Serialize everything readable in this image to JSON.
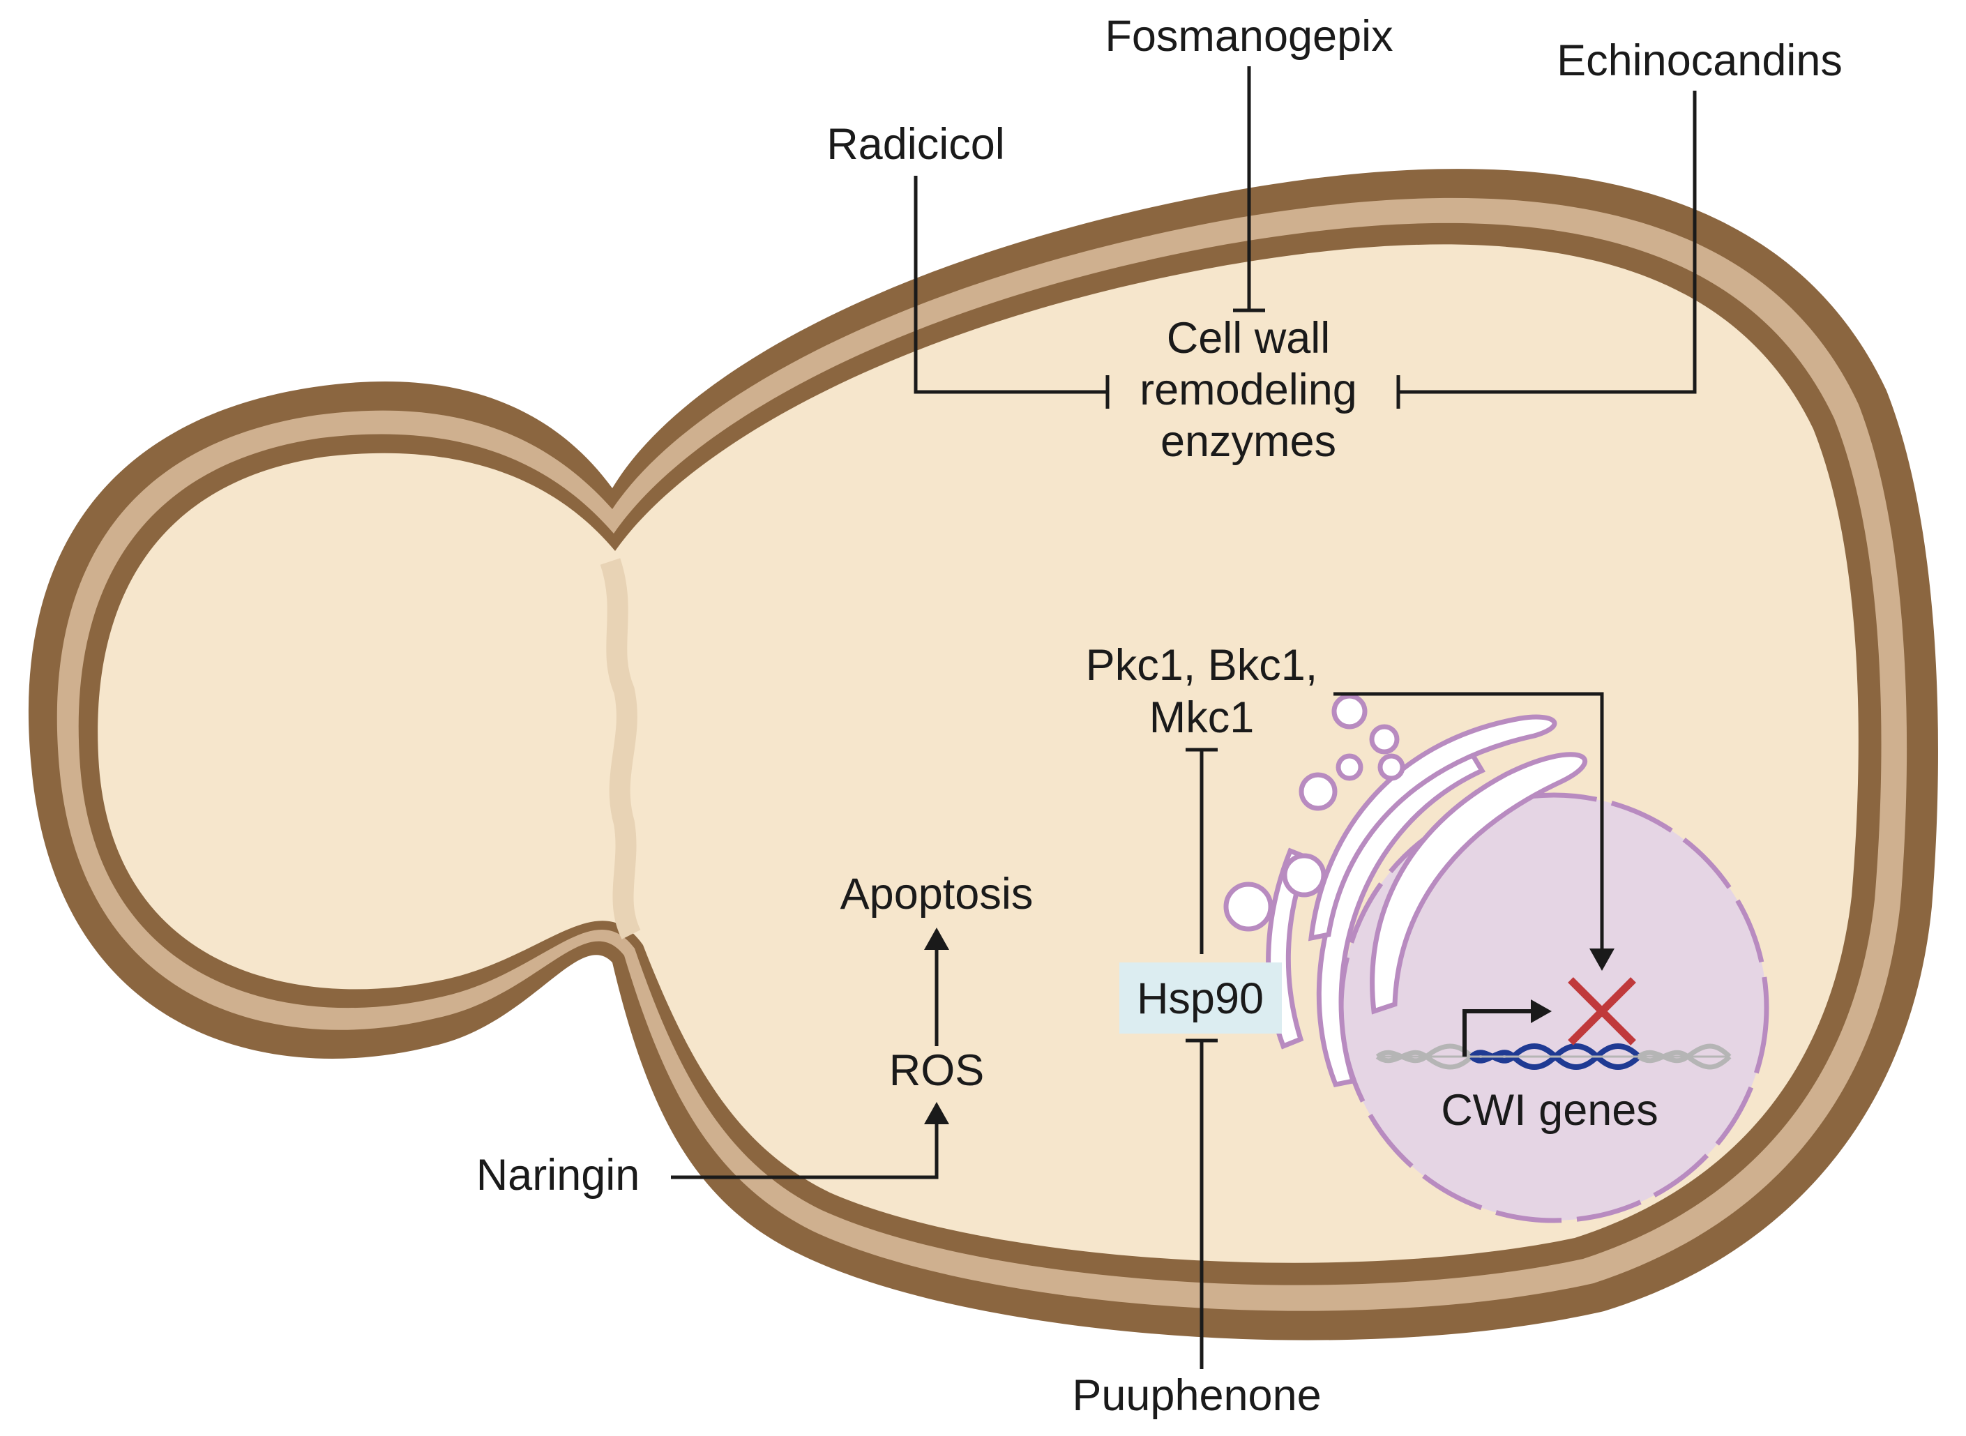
{
  "labels": {
    "fosmanogepix": "Fosmanogepix",
    "echinocandins": "Echinocandins",
    "radicicol": "Radicicol",
    "cell_wall_line1": "Cell wall",
    "cell_wall_line2": "remodeling",
    "cell_wall_line3": "enzymes",
    "kinases_line1": "Pkc1, Bkc1,",
    "kinases_line2": "Mkc1",
    "apoptosis": "Apoptosis",
    "ros": "ROS",
    "naringin": "Naringin",
    "hsp90": "Hsp90",
    "puuphenone": "Puuphenone",
    "cwi_genes": "CWI genes"
  },
  "colors": {
    "cell_membrane": "#8b6640",
    "cell_wall": "#cfb08f",
    "cytoplasm": "#f6e6cc",
    "nucleus_fill": "#e5d5e4",
    "nucleus_border": "#b88bc0",
    "dna_active": "#1f3a93",
    "dna_inactive": "#b5b5b5",
    "block_x": "#c0393b",
    "hsp90_box": "#dcedf1"
  }
}
